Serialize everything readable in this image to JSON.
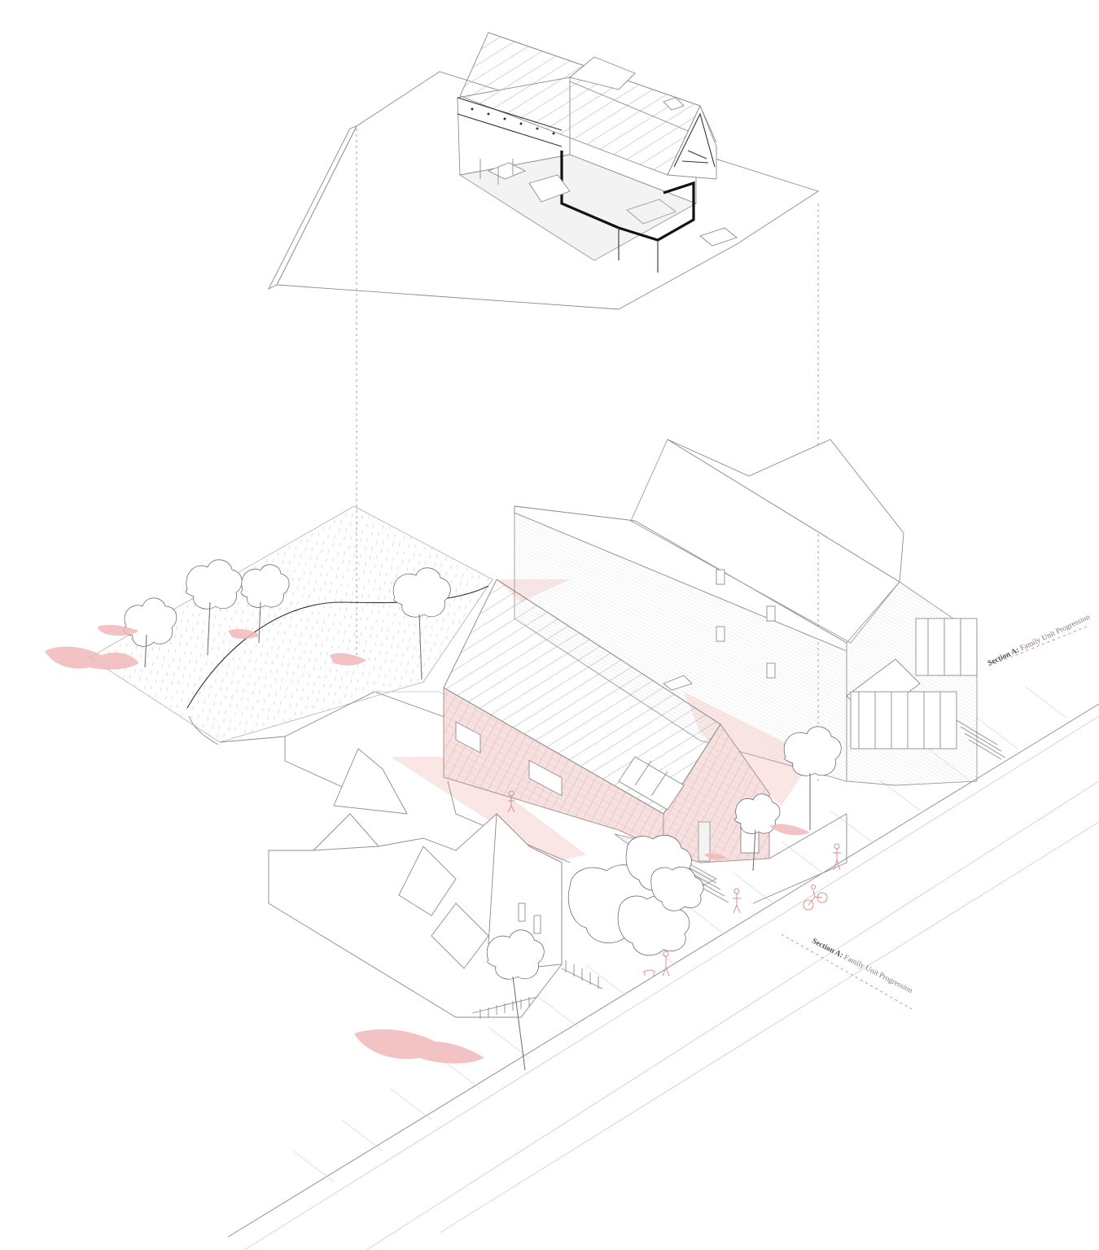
{
  "drawing": {
    "section_labels": [
      {
        "bold": "Section A:",
        "rest": " Family Unit Progression"
      },
      {
        "bold": "Section A:",
        "rest": " Family Unit Progression"
      }
    ],
    "colors": {
      "accent_pink": "#f1b9b9",
      "projection_line": "#e07a7a",
      "linework": "#8c8c8c"
    }
  }
}
